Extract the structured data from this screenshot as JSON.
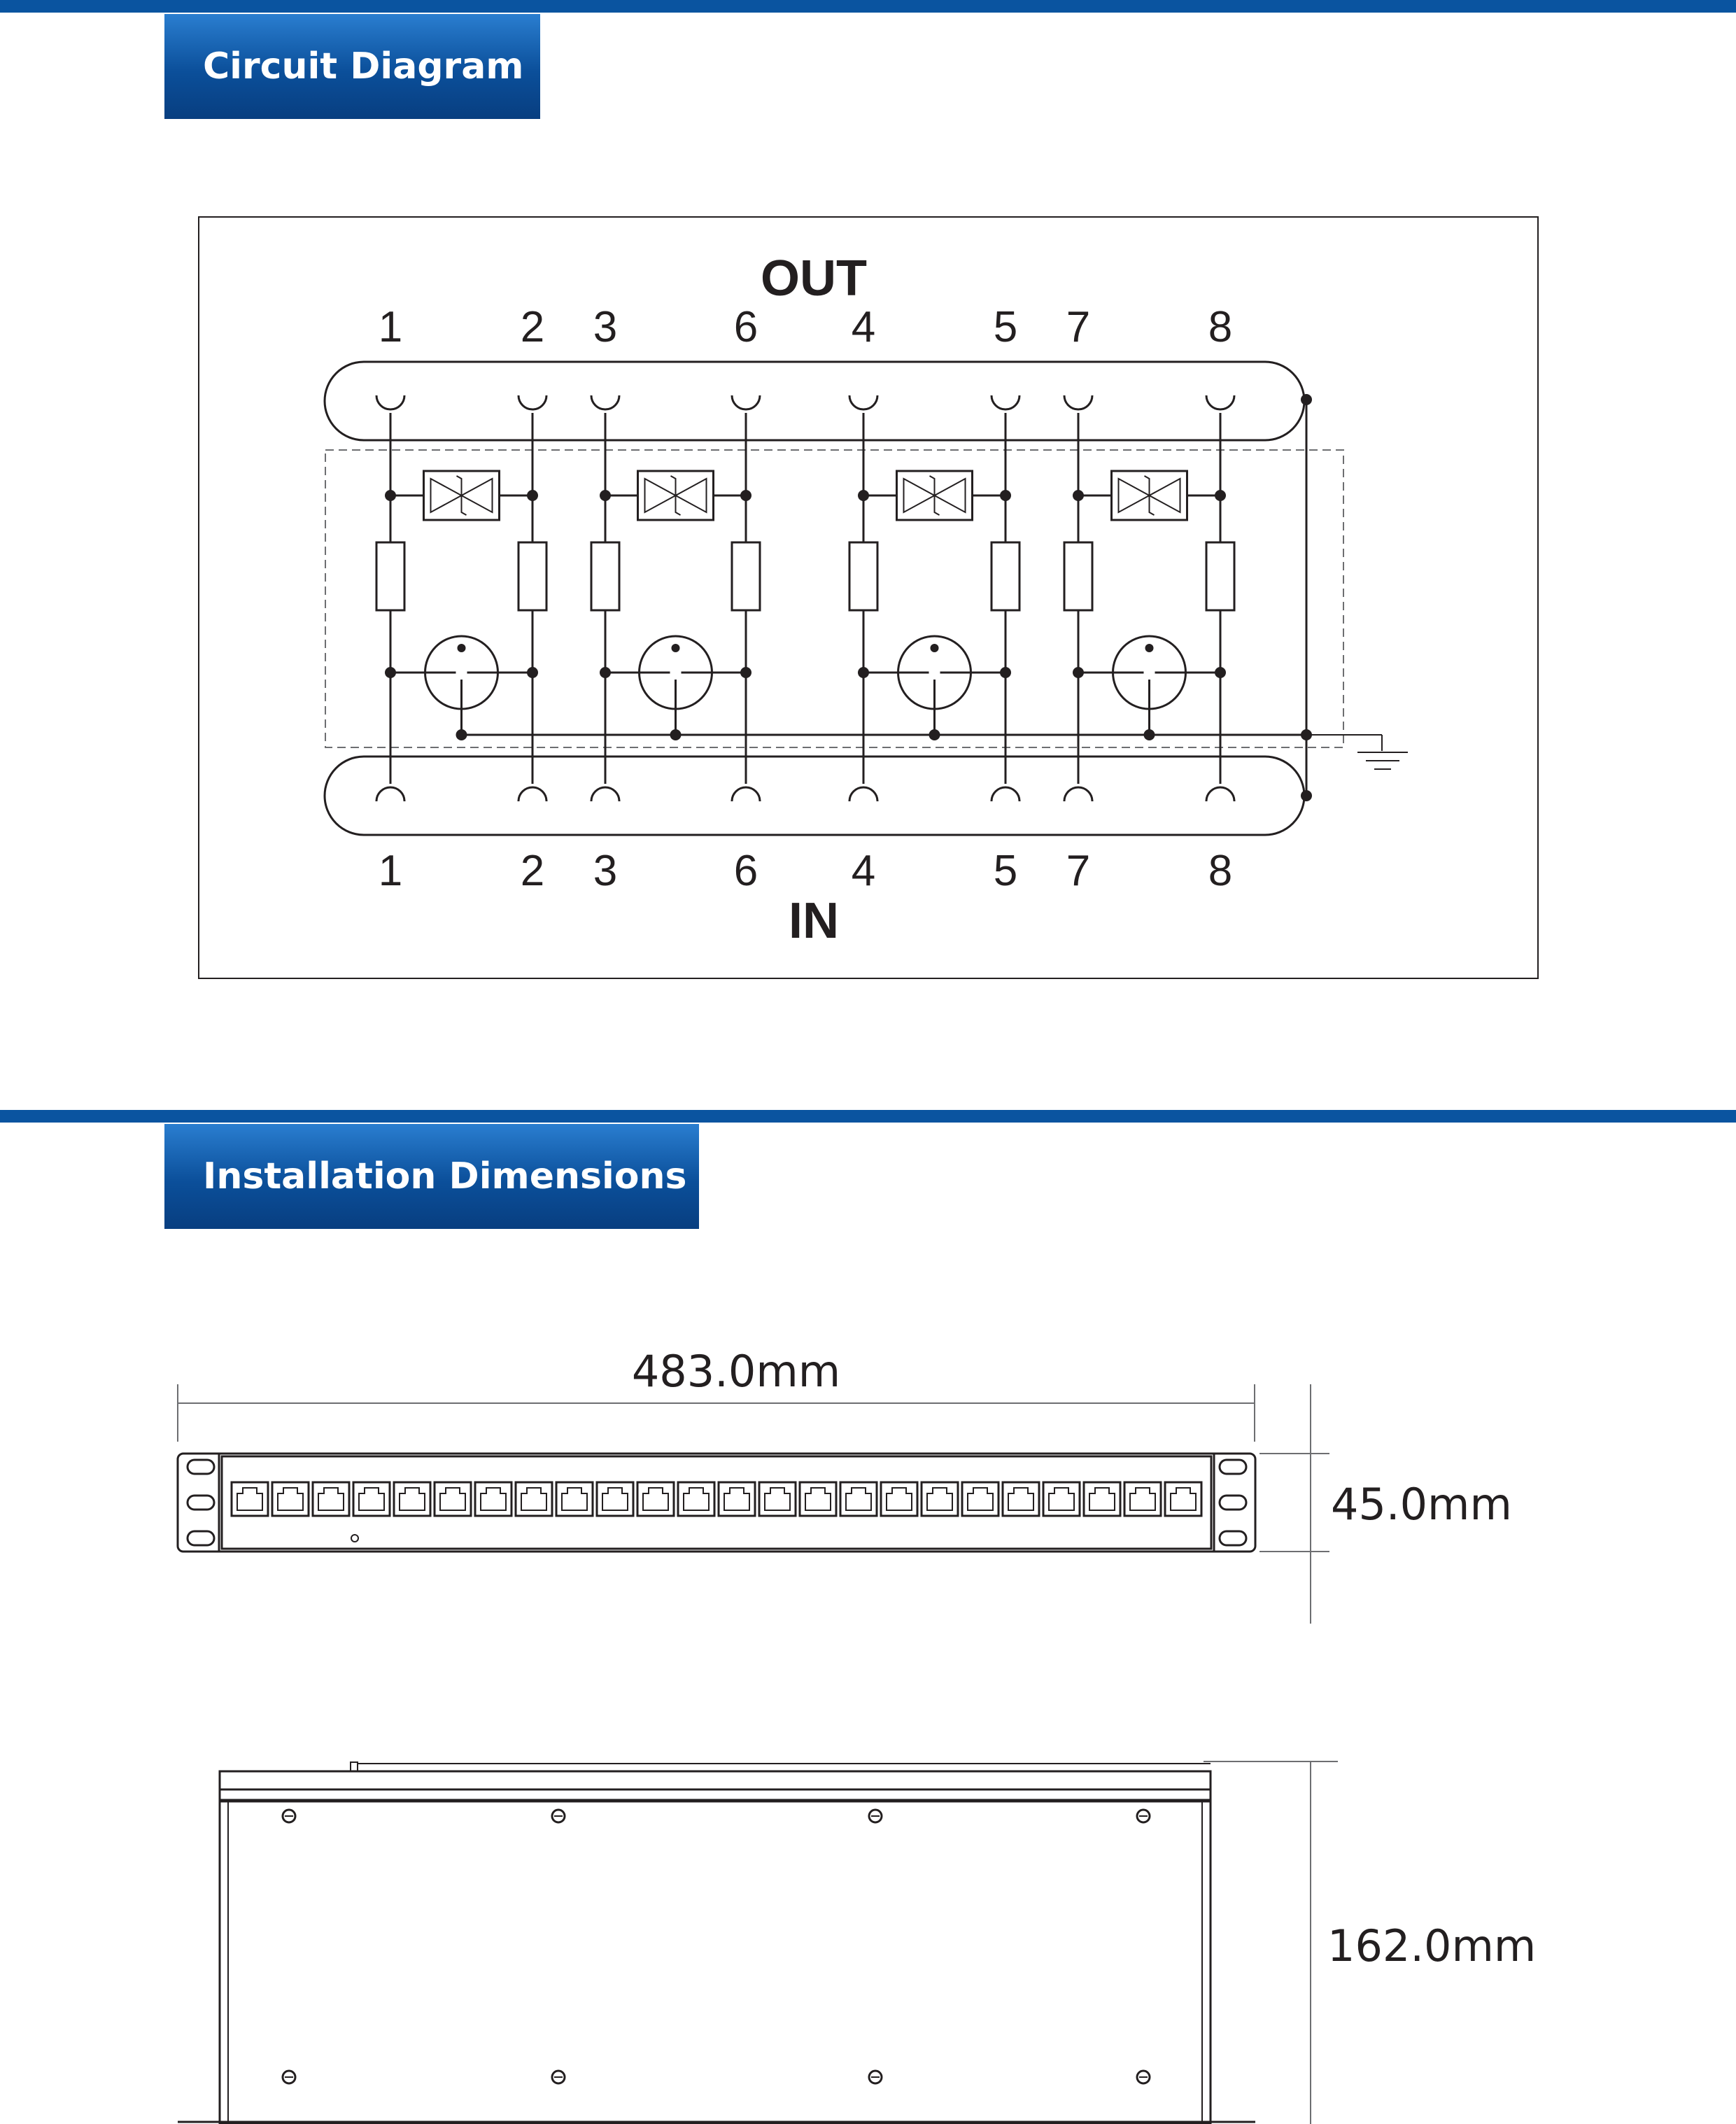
{
  "sections": {
    "circuit_title": "Circuit Diagram",
    "install_title": "Installation Dimensions"
  },
  "circuit": {
    "out_label": "OUT",
    "in_label": "IN",
    "pins": [
      "1",
      "2",
      "3",
      "6",
      "4",
      "5",
      "7",
      "8"
    ]
  },
  "dimensions": {
    "width": "483.0mm",
    "height": "45.0mm",
    "depth": "162.0mm"
  },
  "front_panel": {
    "ports": 24
  }
}
